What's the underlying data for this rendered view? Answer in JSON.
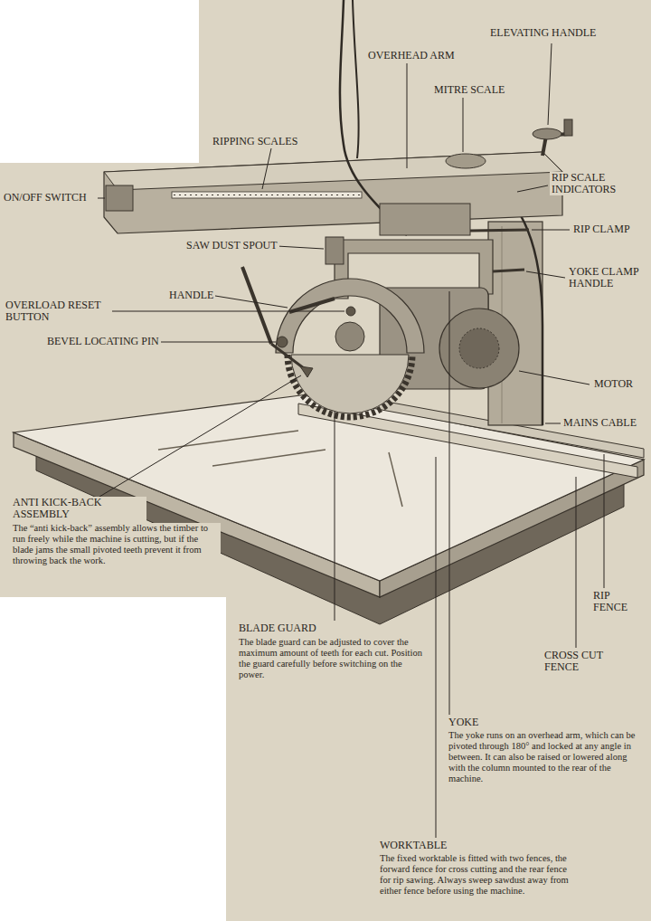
{
  "diagram": {
    "labels": [
      "ELEVATING HANDLE",
      "OVERHEAD ARM",
      "MITRE SCALE",
      "RIPPING SCALES",
      "RIP SCALE INDICATORS",
      "ON/OFF SWITCH",
      "RIP CLAMP",
      "SAW DUST SPOUT",
      "YOKE CLAMP HANDLE",
      "HANDLE",
      "OVERLOAD RESET BUTTON",
      "BEVEL LOCATING PIN",
      "MOTOR",
      "MAINS CABLE",
      "ANTI KICK-BACK ASSEMBLY",
      "The “anti kick-back” assembly allows the timber to run freely while the machine is cutting, but if the blade jams the small pivoted teeth prevent it from throwing back the work.",
      "RIP FENCE",
      "BLADE GUARD",
      "The blade guard can be adjusted to cover the maximum amount of teeth for each cut. Position the guard carefully before switching on the power.",
      "CROSS CUT FENCE",
      "YOKE",
      "The yoke runs on an overhead arm, which can be pivoted through 180° and locked at any angle in between. It can also be raised or lowered along with the column mounted to the rear of the machine.",
      "WORKTABLE",
      "The fixed worktable is fitted with two fences, the forward fence for cross cutting and the rear fence for rip sawing. Always sweep sawdust away from either fence before using the machine."
    ]
  }
}
